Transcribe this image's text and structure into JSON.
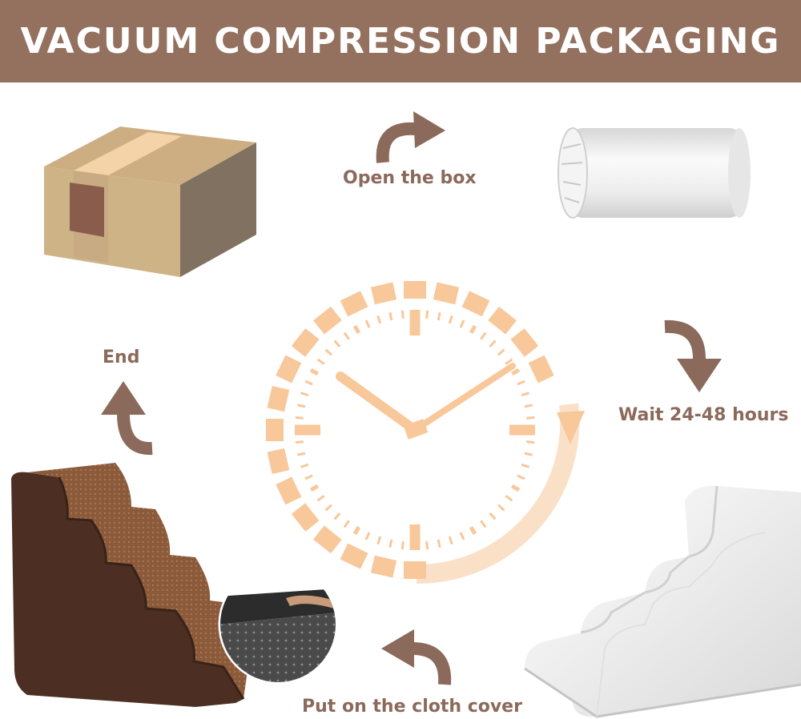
{
  "banner": {
    "title": "VACUUM COMPRESSION PACKAGING"
  },
  "steps": {
    "open_box": "Open the box",
    "wait": "Wait 24-48 hours",
    "put_cover": "Put on the cloth cover",
    "end": "End"
  },
  "colors": {
    "banner": "#94705f",
    "label_text": "#8c6a5b",
    "arrow": "#8c6a5b",
    "clock": "#f8c79a",
    "stairs_brown": "#5a3a28",
    "stairs_white": "#f2f2f2"
  },
  "icons": [
    "cardboard-box-icon",
    "vacuum-roll-icon",
    "clock-icon",
    "brown-stairs-icon",
    "white-foam-stairs-icon",
    "fabric-cover-icon",
    "curved-arrow-icon"
  ]
}
